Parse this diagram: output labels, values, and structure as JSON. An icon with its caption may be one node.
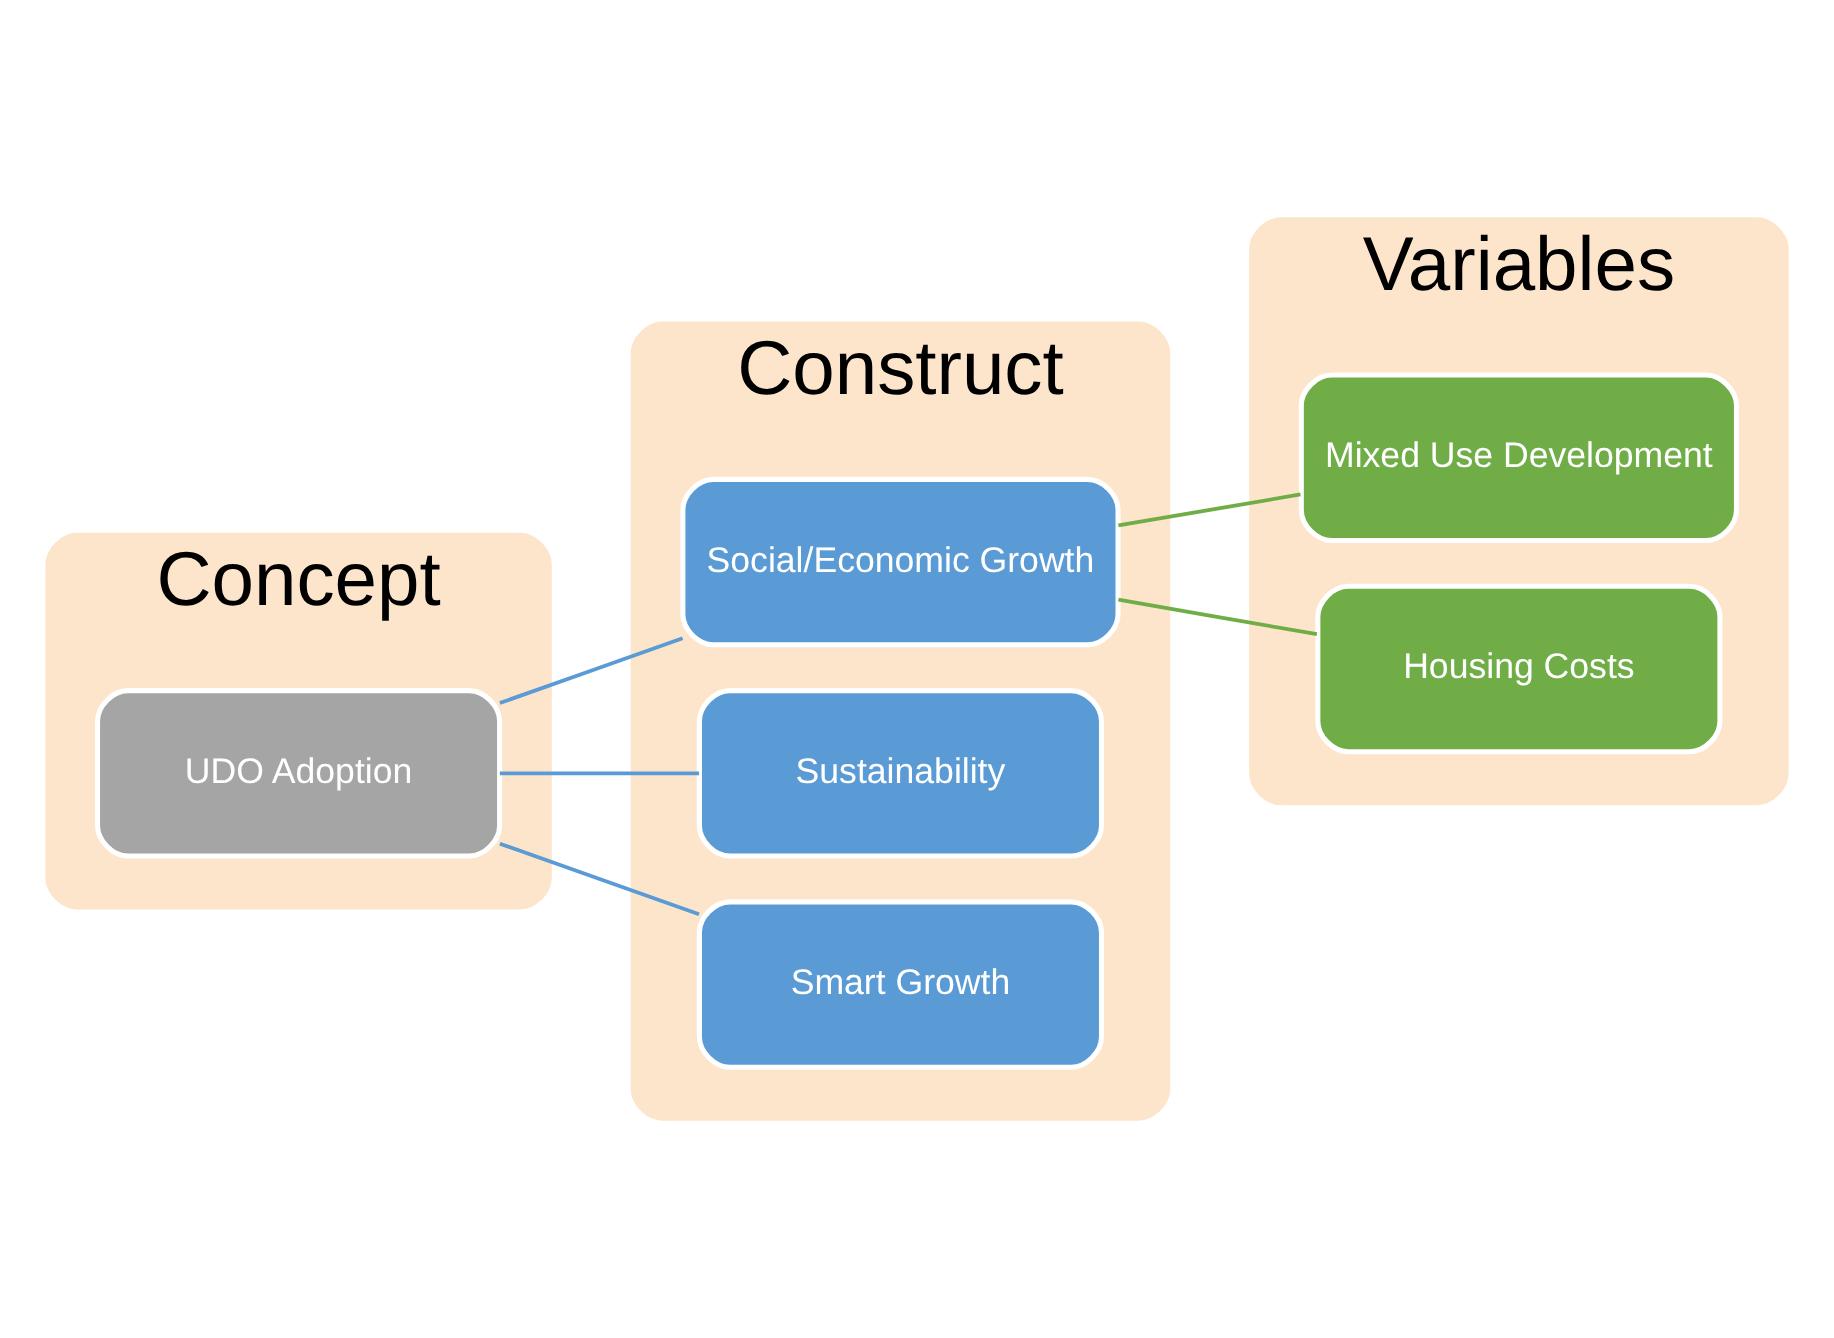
{
  "diagram": {
    "nodes": [
      {
        "text": [
          "Concept"
        ]
      },
      {
        "text": [
          "UDO Adoption"
        ],
        "in": 0
      },
      {
        "text": [
          "Construct"
        ]
      },
      {
        "text": [
          "Social/Economic Growth"
        ],
        "in": 2
      },
      {
        "text": [
          "Sustainability"
        ],
        "in": 2
      },
      {
        "text": [
          "Smart Growth"
        ],
        "in": 2
      },
      {
        "text": [
          "Variables"
        ]
      },
      {
        "text": [
          "Mixed Use Development"
        ],
        "in": 6
      },
      {
        "text": [
          "Housing Costs"
        ],
        "in": 6
      }
    ],
    "edges": [
      {
        "from": 1,
        "to": 3,
        "arrow": "none"
      },
      {
        "from": 1,
        "to": 4,
        "arrow": "none"
      },
      {
        "from": 1,
        "to": 5,
        "arrow": "none"
      },
      {
        "from": 3,
        "to": 7,
        "arrow": "none",
        "color": "#70ad47"
      },
      {
        "from": 3,
        "to": 8,
        "arrow": "none",
        "color": "#70ad47"
      }
    ]
  }
}
